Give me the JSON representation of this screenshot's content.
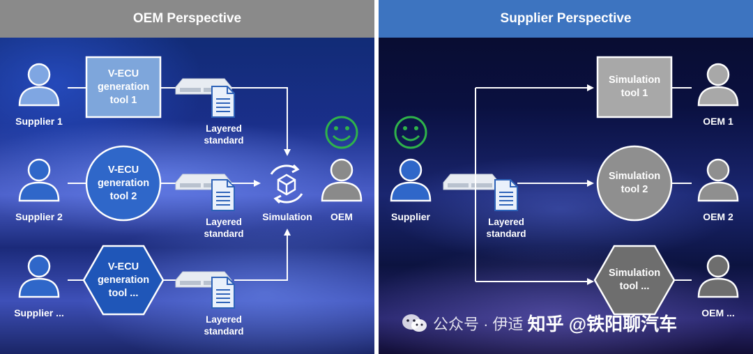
{
  "left_panel": {
    "header": "OEM Perspective",
    "tools": [
      {
        "label": "V-ECU\ngeneration\ntool 1",
        "shape": "square"
      },
      {
        "label": "V-ECU\ngeneration\ntool 2",
        "shape": "circle"
      },
      {
        "label": "V-ECU\ngeneration\ntool ...",
        "shape": "hexagon"
      }
    ],
    "suppliers": [
      "Supplier 1",
      "Supplier 2",
      "Supplier ..."
    ],
    "layered_label": "Layered\nstandard",
    "simulation_label": "Simulation",
    "oem_label": "OEM"
  },
  "right_panel": {
    "header": "Supplier Perspective",
    "supplier_label": "Supplier",
    "layered_label": "Layered\nstandard",
    "tools": [
      {
        "label": "Simulation\ntool 1",
        "shape": "square"
      },
      {
        "label": "Simulation\ntool 2",
        "shape": "circle"
      },
      {
        "label": "Simulation\ntool ...",
        "shape": "hexagon"
      }
    ],
    "oems": [
      "OEM 1",
      "OEM 2",
      "OEM ..."
    ]
  },
  "watermark": {
    "text": "公众号 · 伊适",
    "brand": "知乎 @铁阳聊汽车",
    "icon": "wechat-icon"
  },
  "colors": {
    "smiley": "#2fb34a",
    "left_tool_fill": "#2f67c9",
    "square_tool_fill": "#7ea6db",
    "right_tool_fill": "#9a9a9a",
    "person_left": "#4f7fd0",
    "person_oem": "#8a8a8a"
  }
}
